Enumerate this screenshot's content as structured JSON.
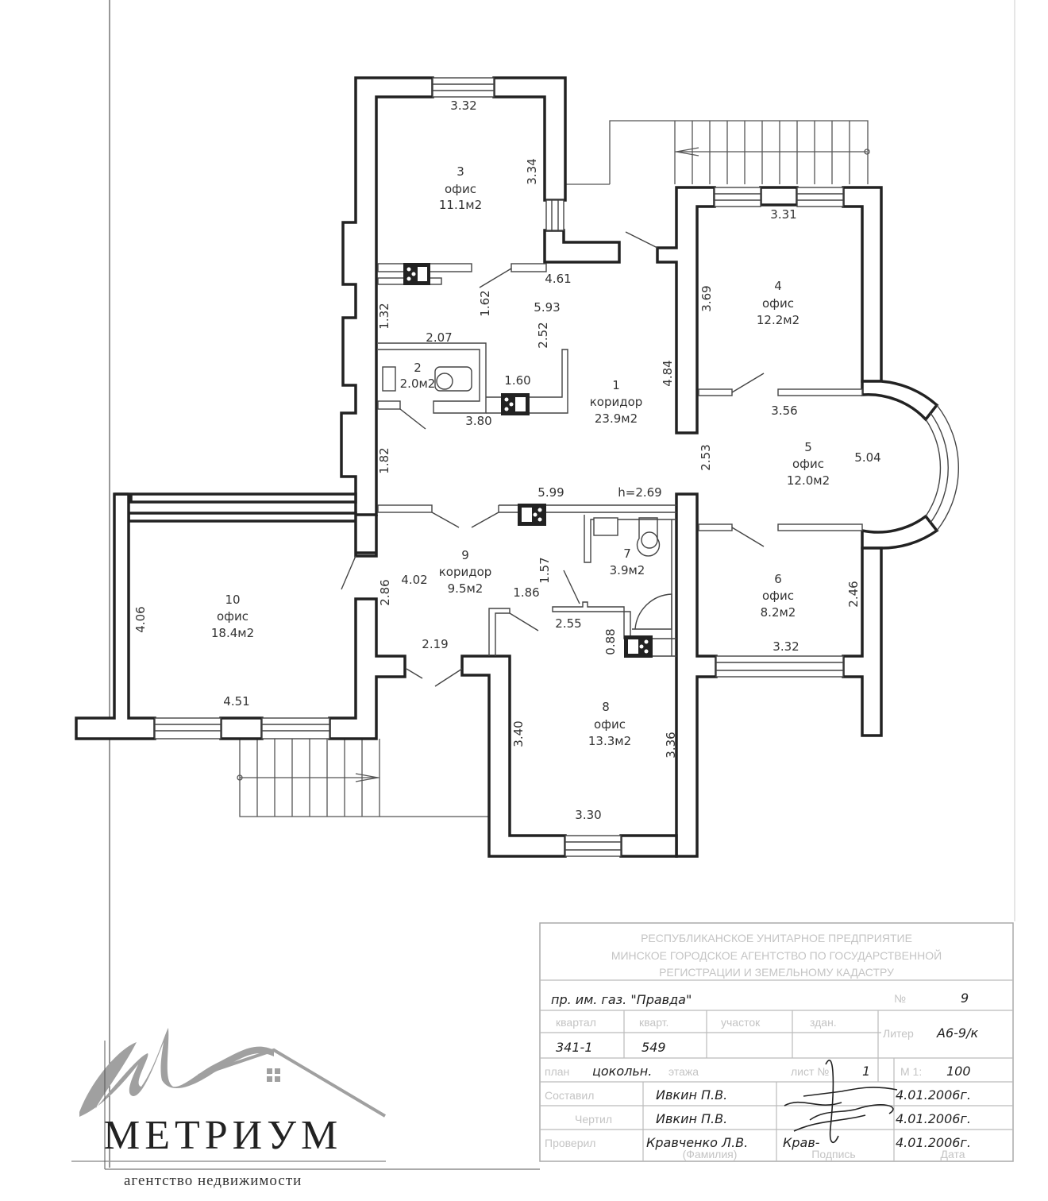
{
  "plan": {
    "ceiling_height": "h=2.69",
    "rooms": [
      {
        "num": "1",
        "name": "коридор",
        "area": "23.9м2"
      },
      {
        "num": "2",
        "name": "",
        "area": "2.0м2"
      },
      {
        "num": "3",
        "name": "офис",
        "area": "11.1м2"
      },
      {
        "num": "4",
        "name": "офис",
        "area": "12.2м2"
      },
      {
        "num": "5",
        "name": "офис",
        "area": "12.0м2"
      },
      {
        "num": "6",
        "name": "офис",
        "area": "8.2м2"
      },
      {
        "num": "7",
        "name": "",
        "area": "3.9м2"
      },
      {
        "num": "8",
        "name": "офис",
        "area": "13.3м2"
      },
      {
        "num": "9",
        "name": "коридор",
        "area": "9.5м2"
      },
      {
        "num": "10",
        "name": "офис",
        "area": "18.4м2"
      }
    ],
    "dimensions": {
      "d332a": "3.32",
      "d334": "3.34",
      "d461": "4.61",
      "d162": "1.62",
      "d593": "5.93",
      "d252": "2.52",
      "d132": "1.32",
      "d207": "2.07",
      "d160": "1.60",
      "d380": "3.80",
      "d182": "1.82",
      "d484": "4.84",
      "d331": "3.31",
      "d369": "3.69",
      "d356": "3.56",
      "d253": "2.53",
      "d504": "5.04",
      "d599": "5.99",
      "d157": "1.57",
      "d186": "1.86",
      "d255": "2.55",
      "d088": "0.88",
      "d246": "2.46",
      "d332b": "3.32",
      "d402": "4.02",
      "d286": "2.86",
      "d219": "2.19",
      "d406": "4.06",
      "d451": "4.51",
      "d340": "3.40",
      "d336": "3.36",
      "d330": "3.30"
    }
  },
  "title_block": {
    "org_line1": "РЕСПУБЛИКАНСКОЕ УНИТАРНОЕ ПРЕДПРИЯТИЕ",
    "org_line2": "МИНСКОЕ ГОРОДСКОЕ АГЕНТСТВО ПО ГОСУДАРСТВЕННОЙ",
    "org_line3": "РЕГИСТРАЦИИ И ЗЕМЕЛЬНОМУ КАДАСТРУ",
    "address": "пр. им. газ. \"Правда\"",
    "no_label": "№",
    "no_value": "9",
    "col_quarter": "квартал",
    "col_block": "кварт.",
    "col_plot": "участок",
    "col_build": "здан.",
    "liter_label": "Литер",
    "liter_value": "А6-9/к",
    "quarter_value": "341-1",
    "block_value": "549",
    "floor_label_pre": "план",
    "floor_value": "цокольн.",
    "floor_label": "этажа",
    "sheet_label": "лист №",
    "sheet_value": "1",
    "scale_label": "М 1:",
    "scale_value": "100",
    "row1_role": "Составил",
    "row1_name": "Ивкин П.В.",
    "row1_date": "4.01.2006г.",
    "row2_role": "Чертил",
    "row2_name": "Ивкин П.В.",
    "row2_date": "4.01.2006г.",
    "row3_role": "Проверил",
    "row3_name": "Кравченко Л.В.",
    "row3_sig": "Крав-",
    "row3_date": "4.01.2006г.",
    "foot_name": "(Фамилия)",
    "foot_sig": "Подпись",
    "foot_date": "Дата"
  },
  "logo": {
    "name": "МЕТРИУМ",
    "tagline": "агентство недвижимости",
    "color": "#a0a0a0"
  }
}
